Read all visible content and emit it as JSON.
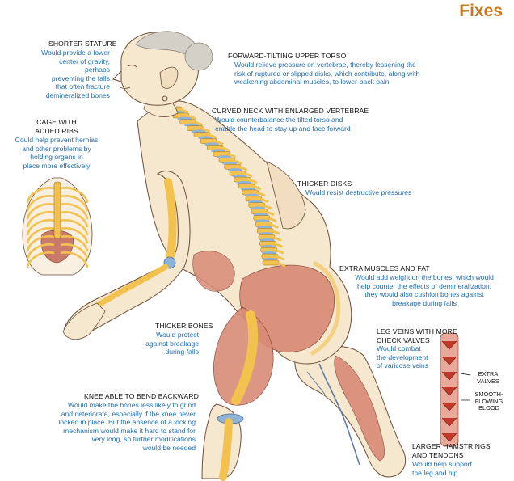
{
  "title": "Fixes",
  "annotations": [
    {
      "id": "shorter-stature",
      "heading": "SHORTER STATURE",
      "text": [
        "Would provide a lower",
        "center of gravity, perhaps",
        "preventing the falls",
        "that often fracture",
        "demineralized bones"
      ]
    },
    {
      "id": "forward-tilting",
      "heading": "FORWARD-TILTING UPPER TORSO",
      "text": [
        "Would relieve pressure on vertebrae, thereby lessening the",
        "risk of ruptured or slipped disks, which contribute, along with",
        "weakening abdominal muscles, to lower-back pain"
      ]
    },
    {
      "id": "curved-neck",
      "heading": "CURVED NECK WITH ENLARGED VERTEBRAE",
      "text": [
        "Would counterbalance the tilted torso and",
        "enable the head to stay up and face forward"
      ]
    },
    {
      "id": "cage-ribs",
      "heading": "CAGE WITH ADDED RIBS",
      "heading_lines": [
        "CAGE WITH",
        "ADDED RIBS"
      ],
      "text": [
        "Could help prevent hernias",
        "and other problems by",
        "holding organs in",
        "place more effectively"
      ]
    },
    {
      "id": "thicker-disks",
      "heading": "THICKER DISKS",
      "text": [
        "Would resist destructive pressures"
      ]
    },
    {
      "id": "extra-muscles",
      "heading": "EXTRA MUSCLES AND FAT",
      "text": [
        "Would add weight on the bones, which would",
        "help counter the effects of demineralization;",
        "they would also cushion bones against",
        "breakage during falls"
      ]
    },
    {
      "id": "thicker-bones",
      "heading": "THICKER BONES",
      "text": [
        "Would protect",
        "against breakage",
        "during falls"
      ]
    },
    {
      "id": "leg-veins",
      "heading": "LEG VEINS WITH MORE CHECK VALVES",
      "heading_lines": [
        "LEG VEINS WITH MORE",
        "CHECK VALVES"
      ],
      "text": [
        "Would combat",
        "the development",
        "of varicose veins"
      ]
    },
    {
      "id": "knee-backward",
      "heading": "KNEE ABLE TO BEND BACKWARD",
      "text": [
        "Would make the bones less likely to grind",
        "and deteriorate, especially if the knee never",
        "locked in place. But the absence of a locking",
        "mechanism would make it hard to stand for",
        "very long, so further modifications",
        "would be needed"
      ]
    },
    {
      "id": "hamstrings",
      "heading": "LARGER HAMSTRINGS AND TENDONS",
      "heading_lines": [
        "LARGER HAMSTRINGS",
        "AND TENDONS"
      ],
      "text": [
        "Would help support",
        "the leg and hip"
      ]
    }
  ],
  "vein_labels": {
    "extra_valves": [
      "EXTRA",
      "VALVES"
    ],
    "smooth_flowing": [
      "SMOOTH-",
      "FLOWING",
      "BLOOD"
    ]
  },
  "colors": {
    "title": "#c97a1e",
    "heading": "#111111",
    "body_text": "#1d6db3",
    "skin": "#f6e7cf",
    "bone": "#f2c14e",
    "muscle": "#d98b77",
    "disk": "#8fb3d6",
    "vein": "#c0392b"
  }
}
